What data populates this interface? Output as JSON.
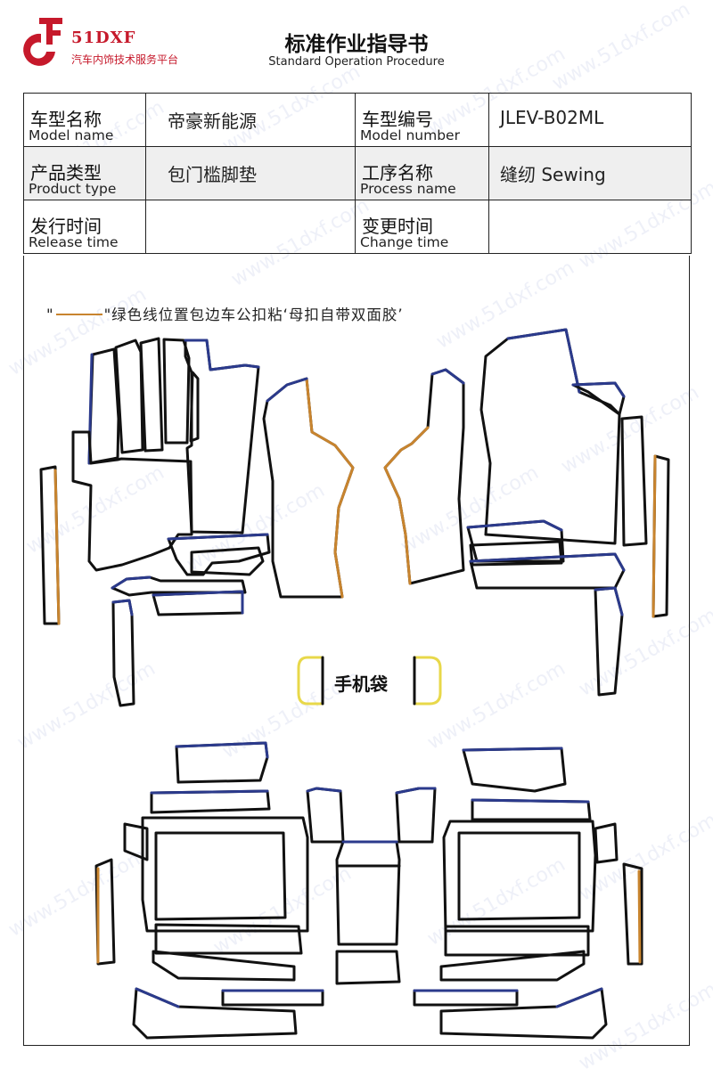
{
  "brand": {
    "name": "51DXF",
    "subtitle": "汽车内饰技术服务平台",
    "color": "#c6192b"
  },
  "document": {
    "title": "标准作业指导书",
    "subtitle": "Standard Operation Procedure"
  },
  "info_table": {
    "model_name": {
      "cn": "车型名称",
      "en": "Model name",
      "value": "帝豪新能源"
    },
    "model_number": {
      "cn": "车型编号",
      "en": "Model number",
      "value": "JLEV-B02ML"
    },
    "product_type": {
      "cn": "产品类型",
      "en": "Product type",
      "value": "包门槛脚垫"
    },
    "process_name": {
      "cn": "工序名称",
      "en": "Process name",
      "value": "缝纫 Sewing"
    },
    "release_time": {
      "cn": "发行时间",
      "en": "Release time",
      "value": ""
    },
    "change_time": {
      "cn": "变更时间",
      "en": "Change time",
      "value": ""
    }
  },
  "diagram": {
    "note_prefix": "\"",
    "note_suffix": "\"绿色线位置包边车公扣粘‘母扣自带双面胶’",
    "phone_bag_label": "手机袋",
    "colors": {
      "outline": "#111111",
      "edge_blue": "#2b3a8c",
      "edge_orange": "#c8842e",
      "edge_yellow": "#e8d84a"
    }
  },
  "watermark_text": "www.51dxf.com"
}
